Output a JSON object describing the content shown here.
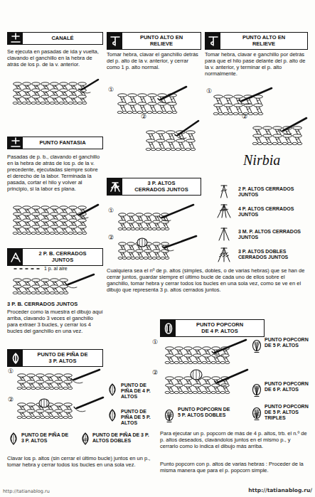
{
  "diagram": {
    "nodes": [
      {
        "text": [
          "CANALÉ"
        ]
      },
      {
        "text": [
          "PUNTO ALTO EN RELIEVE"
        ]
      },
      {
        "text": [
          "PUNTO ALTO EN RELIEVE"
        ]
      },
      {
        "text": [
          "PUNTO FANTASIA"
        ]
      },
      {
        "text": [
          "3 P. ALTOS CERRADOS JUNTOS"
        ]
      },
      {
        "text": [
          "2 P. B. CERRADOS JUNTOS"
        ]
      },
      {
        "text": [
          "PUNTO POPCORN DE 4 P. ALTOS"
        ]
      },
      {
        "text": [
          "PUNTO DE PIÑA DE 3 P. ALTOS"
        ]
      }
    ],
    "labels": [
      "Se ejecuta en pasadas de ida y vuelta, clavando el ganchillo en la hebra de atrás de los p. de la v. anterior.",
      "Tomar hebra, clavar el ganchillo detrás del p. alto de la v. anterior, y cerrar como 1 p. alto normal.",
      "Tomar hebra, clavar e ganchillo por detrás para que el hilo pase delante del p. alto de la v. anterior, y terminar el p. alto normalmente.",
      "①",
      "②",
      "①",
      "②",
      "Pasadas de p. b., clavando el ganchillo en la hebra de atrás de los p. de la v. precedente, ejecutadas siempre sobre el derecho de la labor. Terminada la pasada, cortar el hilo y volver al principio, si la labor es plana.",
      "Nirbia",
      "2 P. ALTOS CERRADOS JUNTOS",
      "4 P. ALTOS CERRADOS JUNTOS",
      "3 M. P. ALTOS CERRADOS JUNTOS",
      "3 P. ALTOS DOBLES CERRADOS JUNTOS",
      "①",
      "②",
      "1 p. al aire",
      "3 P. B. CERRADOS JUNTOS",
      "Proceder como la muestra el dibujo aquí arriba, clavando 3 veces el ganchillo para extraer 3 bucles, y cerrar los 4 bucles del ganchillo en una vez.",
      "Cualquiera sea el nº de p. altos (simples, dobles, o de varias hebras) que se han de cerrar juntos, guardar siempre el último bucle de cada uno de ellos sobre el ganchillo, tomar hebra y cerrar todos los bucles en una sola vez, como se ve en el dibujo que representa 3 p. altos cerrados juntos.",
      "①",
      "②",
      "PUNTO POPCORN DE 5 P. ALTOS",
      "PUNTO POPCORN DE 6 P. ALTOS",
      "PUNTO POPCORN DE 5 P. ALTOS TRIPLES",
      "PUNTO POPCORN DE 5 P. ALTOS DOBLES",
      "Para ejecutar un p. popcorn de más de 4 p. altos, trb. el n.º de p. altos deseados, clavándolos juntos en el mismo p., y cerrarlo como lo indica el dibujo más arriba.",
      "Punto popcorn con p. altos de varias hebras : Proceder de la misma manera que para el p. popcorn simple.",
      "①",
      "②",
      "PUNTO DE PIÑA DE 4 P. ALTOS",
      "PUNTO DE PIÑA DE 5 P. ALTOS",
      "PUNTO DE PIÑA DE 3 P. ALTOS",
      "PUNTO DE PIÑA DE 3 P. ALTOS DOBLES",
      "Clavar los p. altos (sin cerrar el último bucle) juntos en un p., tomar hebra y cerrar todos los bucles en una sola vez.",
      "http://tatianablog.ru",
      "http://tatianablog.ru/"
    ]
  }
}
